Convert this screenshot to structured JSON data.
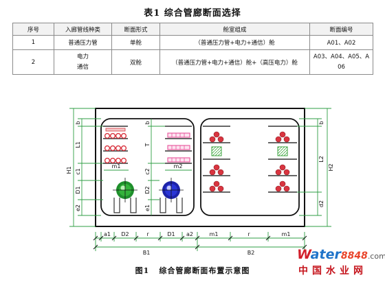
{
  "table_title": "表1 综合管廊断面选择",
  "table": {
    "headers": [
      "序号",
      "入廊管线种类",
      "断面形式",
      "舱室组成",
      "断面编号"
    ],
    "rows": [
      {
        "no": "1",
        "types": [
          "普通压力管"
        ],
        "form": "单舱",
        "composition": "（普通压力管+电力+通信）舱",
        "code": [
          "A01、A02"
        ]
      },
      {
        "no": "2",
        "types": [
          "电力",
          "通信"
        ],
        "form": "双舱",
        "composition": "（普通压力管+电力+通信）舱+（高压电力）舱",
        "code": [
          "A03、A04、A05、A",
          "06"
        ]
      }
    ]
  },
  "figure": {
    "left_dims": [
      "b",
      "L1",
      "c1",
      "D1",
      "e2",
      "H1"
    ],
    "center_dims": [
      "b",
      "T",
      "c2",
      "D2",
      "e1"
    ],
    "right_dims": [
      "b",
      "L2",
      "d2",
      "H2"
    ],
    "inner_labels": [
      "m1",
      "m2"
    ],
    "bottom_left_dims": [
      "a1",
      "D2",
      "r",
      "D1",
      "a2"
    ],
    "bottom_right_dims": [
      "m1",
      "r",
      "m1"
    ],
    "total_dims": [
      "B1",
      "B2"
    ],
    "caption_no": "图1",
    "caption_text": "综合管廊断面布置示意图"
  },
  "logo": {
    "w": "W",
    "ater": "ater",
    "number": "8848",
    "dotcom": ".com",
    "subtitle": "中国水业网"
  },
  "colors": {
    "dim_line": "#2e9e43",
    "wall": "#111111",
    "cable_pink": "#e8529a",
    "cable_red": "#d93540",
    "tray_green": "#3ea640",
    "water_pipe": "#33b33a",
    "gas_pipe": "#2a35d6"
  }
}
